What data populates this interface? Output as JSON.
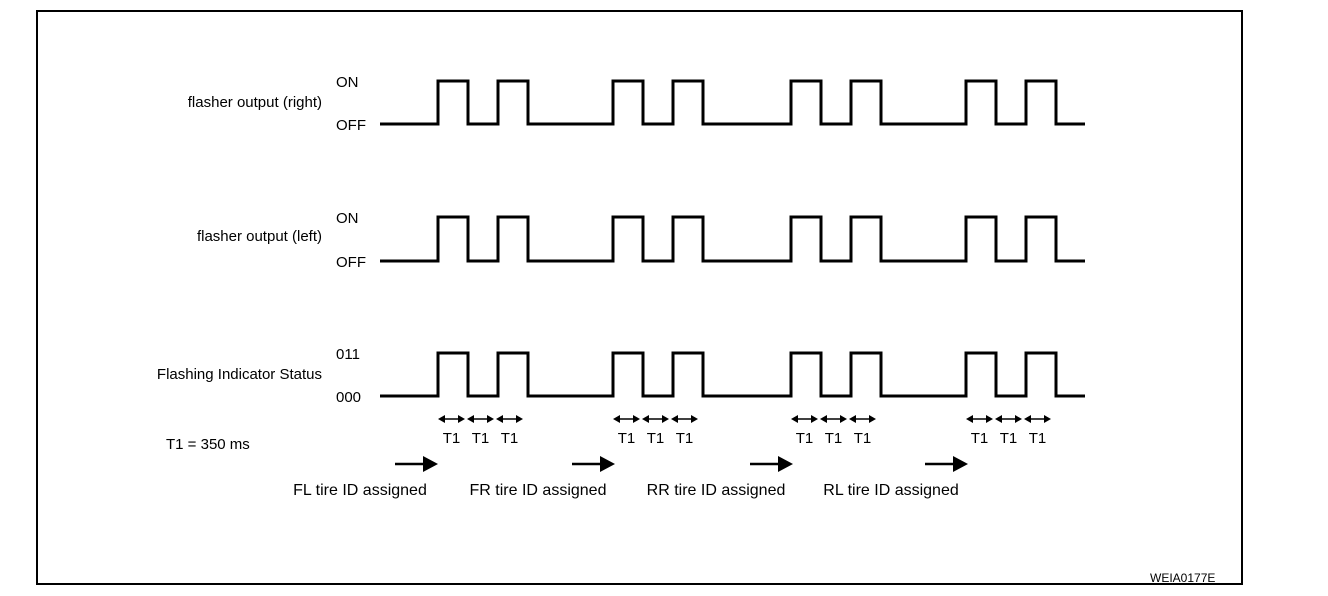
{
  "signals": [
    {
      "label": "flasher output (right)",
      "high": "ON",
      "low": "OFF"
    },
    {
      "label": "flasher output (left)",
      "high": "ON",
      "low": "OFF"
    },
    {
      "label": "Flashing Indicator Status",
      "high": "011",
      "low": "000"
    }
  ],
  "pulse_groups": 4,
  "pulses_per_group": 2,
  "timing_label": "T1",
  "timing_marks_per_group": 3,
  "timing_note": "T1 = 350 ms",
  "events": [
    "FL tire ID assigned",
    "FR tire ID assigned",
    "RR tire ID assigned",
    "RL tire ID assigned"
  ],
  "figure_code": "WEIA0177E",
  "colors": {
    "line": "#000000",
    "background": "#ffffff"
  }
}
